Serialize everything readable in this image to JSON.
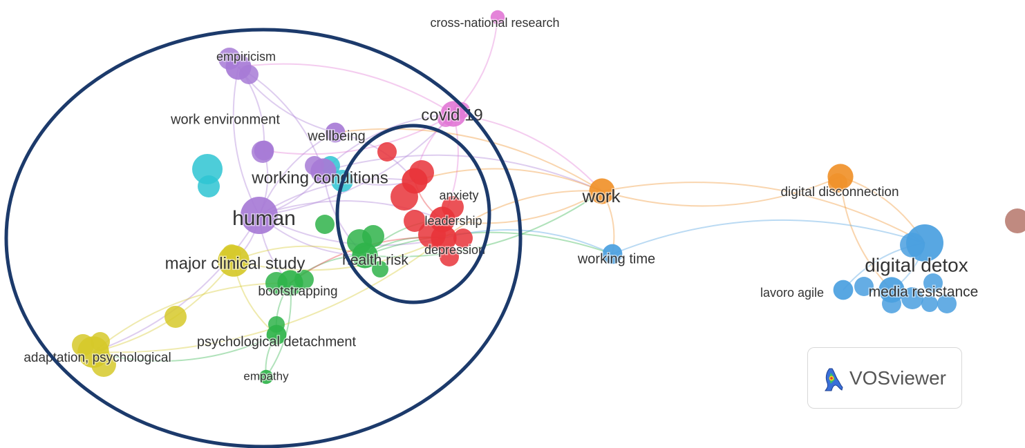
{
  "app": {
    "brand": "VOSviewer",
    "brand_icon": "vosviewer-logo-icon"
  },
  "clusters": {
    "red": "#e8343a",
    "green": "#2fb34a",
    "purple": "#a77bd6",
    "cyan": "#2ec4d2",
    "yellow": "#d6c92a",
    "orange": "#f0912a",
    "blue": "#4a9fdf",
    "pink": "#e27ad6",
    "brown": "#b5766a"
  },
  "highlight": {
    "ring_color": "#1c3a6b"
  },
  "nodes": [
    {
      "id": "cross-national-research",
      "label": "cross-national research",
      "cluster": "pink",
      "weight": 1
    },
    {
      "id": "empiricism",
      "label": "empiricism",
      "cluster": "purple",
      "weight": 3
    },
    {
      "id": "covid-19",
      "label": "covid 19",
      "cluster": "pink",
      "weight": 3
    },
    {
      "id": "work-environment",
      "label": "work environment",
      "cluster": "purple",
      "weight": 2
    },
    {
      "id": "wellbeing",
      "label": "wellbeing",
      "cluster": "purple",
      "weight": 2
    },
    {
      "id": "working-conditions",
      "label": "working conditions",
      "cluster": "purple",
      "weight": 3
    },
    {
      "id": "anxiety",
      "label": "anxiety",
      "cluster": "red",
      "weight": 3
    },
    {
      "id": "work",
      "label": "work",
      "cluster": "orange",
      "weight": 3
    },
    {
      "id": "digital-disconnection",
      "label": "digital disconnection",
      "cluster": "orange",
      "weight": 3
    },
    {
      "id": "human",
      "label": "human",
      "cluster": "purple",
      "weight": 5
    },
    {
      "id": "leadership",
      "label": "leadership",
      "cluster": "red",
      "weight": 3
    },
    {
      "id": "digital-detox",
      "label": "digital detox",
      "cluster": "blue",
      "weight": 5
    },
    {
      "id": "major-clinical-study",
      "label": "major clinical study",
      "cluster": "yellow",
      "weight": 4
    },
    {
      "id": "health-risk",
      "label": "health risk",
      "cluster": "green",
      "weight": 3
    },
    {
      "id": "depression",
      "label": "depression",
      "cluster": "red",
      "weight": 3
    },
    {
      "id": "working-time",
      "label": "working time",
      "cluster": "blue",
      "weight": 2
    },
    {
      "id": "bootstrapping",
      "label": "bootstrapping",
      "cluster": "green",
      "weight": 3
    },
    {
      "id": "lavoro-agile",
      "label": "lavoro agile",
      "cluster": "blue",
      "weight": 2
    },
    {
      "id": "media-resistance",
      "label": "media resistance",
      "cluster": "blue",
      "weight": 3
    },
    {
      "id": "psychological-detachment",
      "label": "psychological detachment",
      "cluster": "green",
      "weight": 2
    },
    {
      "id": "adaptation-psychological",
      "label": "adaptation, psychological",
      "cluster": "yellow",
      "weight": 4
    },
    {
      "id": "empathy",
      "label": "empathy",
      "cluster": "green",
      "weight": 1
    }
  ]
}
